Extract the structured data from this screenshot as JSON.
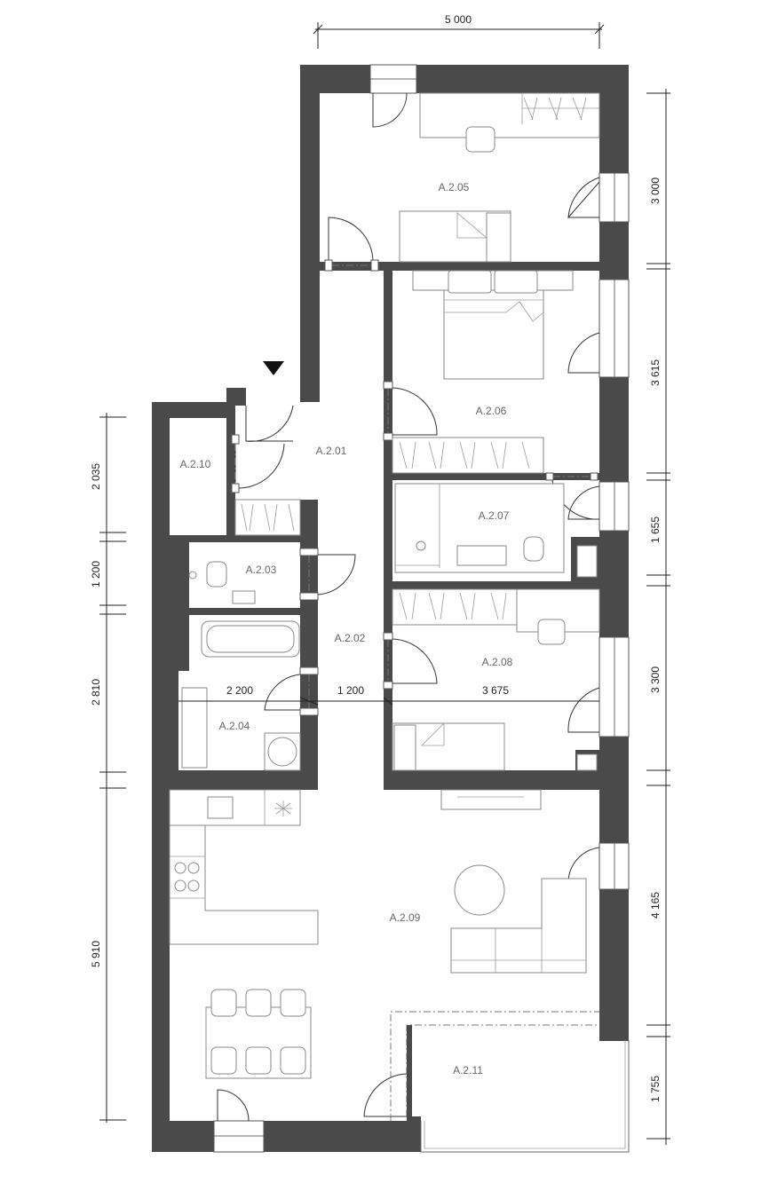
{
  "rooms": {
    "r201": "A.2.01",
    "r202": "A.2.02",
    "r203": "A.2.03",
    "r204": "A.2.04",
    "r205": "A.2.05",
    "r206": "A.2.06",
    "r207": "A.2.07",
    "r208": "A.2.08",
    "r209": "A.2.09",
    "r210": "A.2.10",
    "r211": "A.2.11"
  },
  "dimensions": {
    "top_width": "5 000",
    "right": [
      "3 000",
      "3 615",
      "1 655",
      "3 300",
      "4 165",
      "1 755"
    ],
    "left": [
      "2 035",
      "1 200",
      "2 810",
      "5 910"
    ],
    "inner": [
      "2 200",
      "1 200",
      "3 675"
    ]
  },
  "colors": {
    "wall": "#4a4a4a",
    "furniture_line": "#8a8a8a",
    "dimension_line": "#222222"
  }
}
